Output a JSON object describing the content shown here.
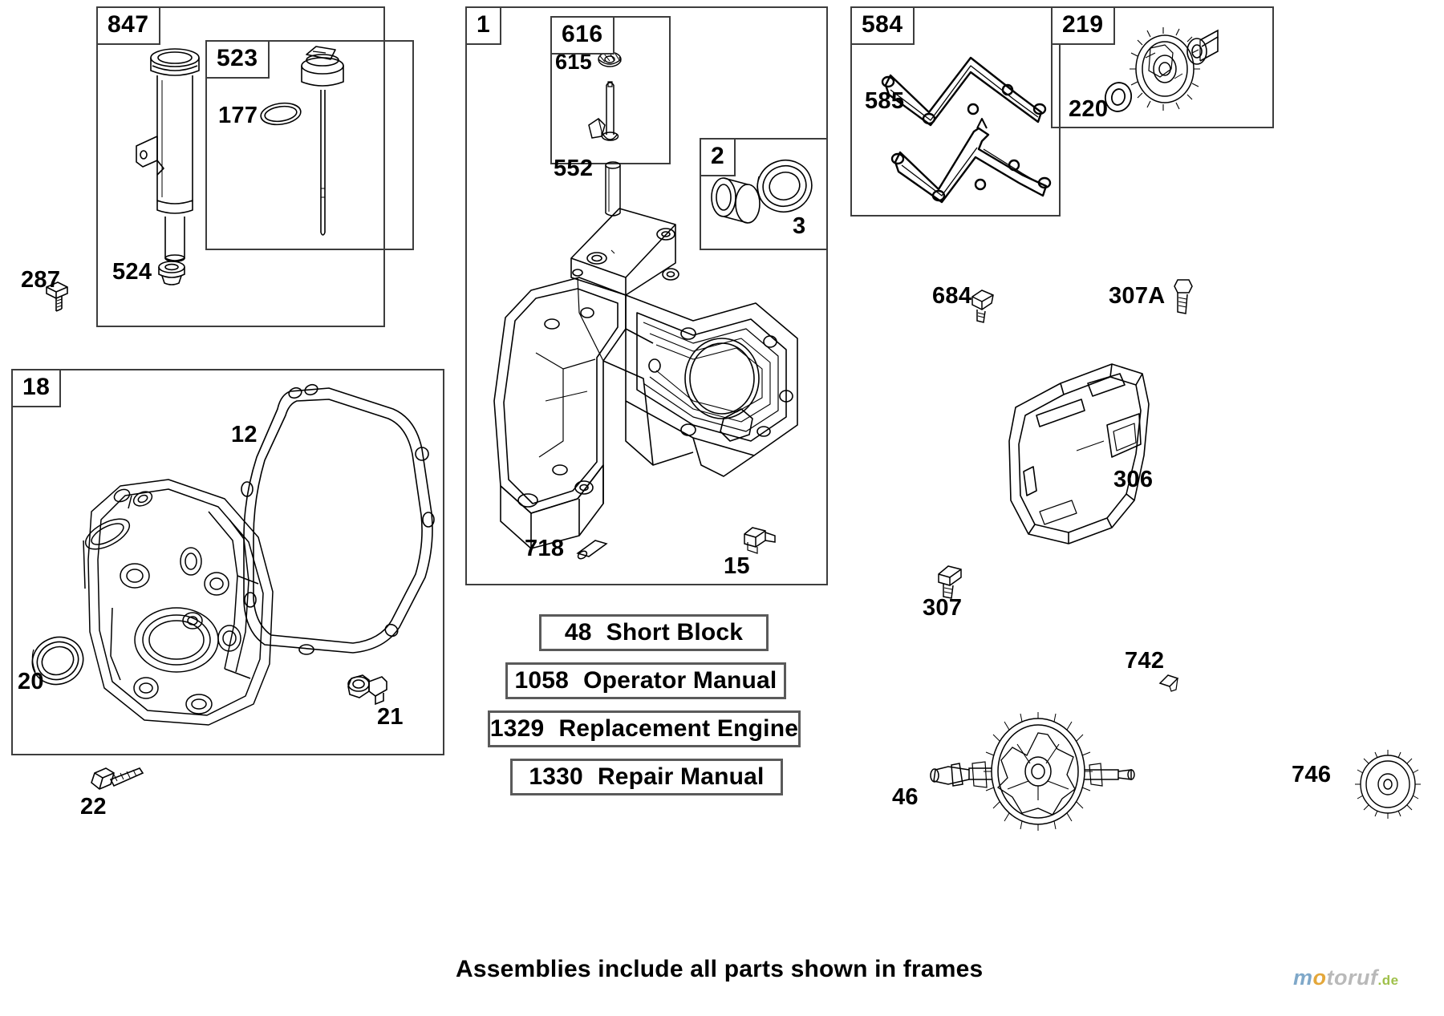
{
  "document": {
    "type": "exploded-parts-diagram",
    "subject": "Briggs & Stratton engine cylinder / crankcase assembly",
    "caption": "Assemblies include all parts shown in frames",
    "background_color": "#ffffff",
    "line_color": "#000000",
    "frame_border_color": "#3d3d3d"
  },
  "frames": [
    {
      "tag": "847",
      "name": "oil-fill-tube-frame"
    },
    {
      "tag": "523",
      "name": "dipstick-frame"
    },
    {
      "tag": "18",
      "name": "crankcase-cover-frame"
    },
    {
      "tag": "1",
      "name": "cylinder-block-frame"
    },
    {
      "tag": "616",
      "name": "valve-assembly-frame"
    },
    {
      "tag": "2",
      "name": "oil-seal-bushing-frame"
    },
    {
      "tag": "584",
      "name": "gasket-set-frame"
    },
    {
      "tag": "219",
      "name": "governor-gear-frame"
    }
  ],
  "callouts": [
    {
      "id": "177",
      "label": "177",
      "name": "callout-o-ring"
    },
    {
      "id": "524",
      "label": "524",
      "name": "callout-seal-plug"
    },
    {
      "id": "287",
      "label": "287",
      "name": "callout-screw-287"
    },
    {
      "id": "12",
      "label": "12",
      "name": "callout-crankcase-gasket"
    },
    {
      "id": "20",
      "label": "20",
      "name": "callout-oil-seal-20"
    },
    {
      "id": "21",
      "label": "21",
      "name": "callout-plug-21"
    },
    {
      "id": "22",
      "label": "22",
      "name": "callout-screw-22"
    },
    {
      "id": "615",
      "label": "615",
      "name": "callout-retainer-615"
    },
    {
      "id": "552",
      "label": "552",
      "name": "callout-valve-guide-552"
    },
    {
      "id": "718",
      "label": "718",
      "name": "callout-dowel-pin-718"
    },
    {
      "id": "15",
      "label": "15",
      "name": "callout-breather-fitting-15"
    },
    {
      "id": "3",
      "label": "3",
      "name": "callout-oil-seal-3"
    },
    {
      "id": "585",
      "label": "585",
      "name": "callout-gasket-585"
    },
    {
      "id": "220",
      "label": "220",
      "name": "callout-washer-220"
    },
    {
      "id": "684",
      "label": "684",
      "name": "callout-screw-684"
    },
    {
      "id": "307A",
      "label": "307A",
      "name": "callout-screw-307a"
    },
    {
      "id": "306",
      "label": "306",
      "name": "callout-shield-306"
    },
    {
      "id": "307",
      "label": "307",
      "name": "callout-screw-307"
    },
    {
      "id": "742",
      "label": "742",
      "name": "callout-pin-742"
    },
    {
      "id": "46",
      "label": "46",
      "name": "callout-camshaft-46"
    },
    {
      "id": "746",
      "label": "746",
      "name": "callout-gear-746"
    }
  ],
  "assembly_list": [
    {
      "number": "48",
      "label": "Short Block",
      "name": "listbox-short-block"
    },
    {
      "number": "1058",
      "label": "Operator Manual",
      "name": "listbox-operator-manual"
    },
    {
      "number": "1329",
      "label": "Replacement Engine",
      "name": "listbox-replacement-engine"
    },
    {
      "number": "1330",
      "label": "Repair Manual",
      "name": "listbox-repair-manual"
    }
  ],
  "watermark": {
    "prefix": "m",
    "o": "o",
    "middle": "toruf",
    "suffix": ".de"
  }
}
